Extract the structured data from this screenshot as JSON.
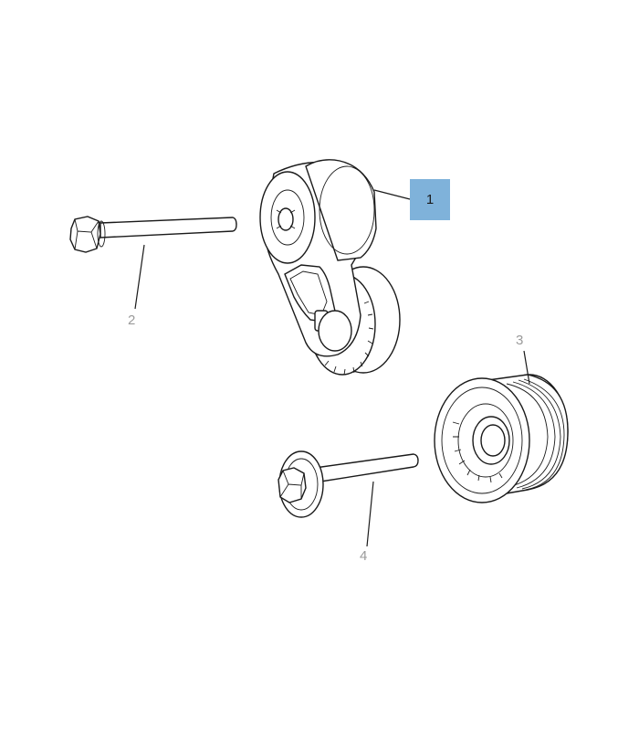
{
  "callouts": [
    {
      "number": "1",
      "highlighted": true
    },
    {
      "number": "2",
      "highlighted": false
    },
    {
      "number": "3",
      "highlighted": false
    },
    {
      "number": "4",
      "highlighted": false
    }
  ],
  "colors": {
    "highlight": "#7fb2da",
    "label_gray": "#9a9a9a",
    "line": "#1a1a1a"
  },
  "parts": [
    {
      "callout": "1",
      "icon": "tensioner-assembly-icon"
    },
    {
      "callout": "2",
      "icon": "flange-bolt-icon"
    },
    {
      "callout": "3",
      "icon": "idler-pulley-icon"
    },
    {
      "callout": "4",
      "icon": "washer-bolt-icon"
    }
  ]
}
